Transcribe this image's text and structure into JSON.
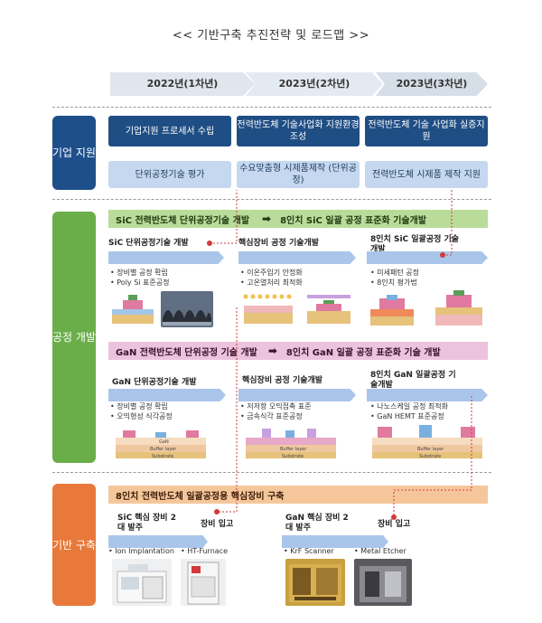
{
  "title": "<< 기반구축 추진전략 및 로드맵 >>",
  "years": [
    "2022년(1차년)",
    "2023년(2차년)",
    "2023년(3차년)"
  ],
  "sections": {
    "corporate": "기업 지원",
    "process": "공정 개발",
    "infra": "기반 구축"
  },
  "corporate": {
    "row1": [
      "기업지원 프로세서 수립",
      "전력반도체 기술사업화 지원환경 조성",
      "전력반도체 기술 사업화 실증지원"
    ],
    "row2": [
      "단위공정기술 평가",
      "수요맞춤형 시제품제작 (단위공정)",
      "전력반도체 시제품 제작 지원"
    ]
  },
  "sic": {
    "band_left": "SiC 전력반도체 단위공정기술 개발",
    "band_right": "8인치 SiC 일괄 공정 표준화 기술개발",
    "stage1_title": "SiC 단위공정기술 개발",
    "stage1_bullets": [
      "• 장비별 공정 확립",
      "• Poly Si 표준공정"
    ],
    "stage2_title": "핵심장비 공정 기술개발",
    "stage2_bullets": [
      "• 이온주입기 안정화",
      "• 고온열처리 최적화"
    ],
    "stage3_title": "8인치 SiC 일괄공정 기술개발",
    "stage3_bullets": [
      "• 미세패턴 공정",
      "• 8인치 평가법"
    ]
  },
  "gan": {
    "band_left": "GaN 전력반도체 단위공정 기술 개발",
    "band_right": "8인치 GaN 일괄 공정 표준화 기술 개발",
    "stage1_title": "GaN 단위공정기술 개발",
    "stage1_bullets": [
      "• 장비별 공정 확립",
      "• 오믹형성 식각공정"
    ],
    "stage2_title": "핵심장비 공정 기술개발",
    "stage2_bullets": [
      "• 저저항 오믹접촉 표준",
      "• 금속식각 표준공정"
    ],
    "stage3_title": "8인치 GaN 일괄공정 기술개발",
    "stage3_bullets": [
      "• 나노스케일 공정 최적화",
      "• GaN HEMT 표준공정"
    ]
  },
  "infra": {
    "band": "8인치 전력반도체 일괄공정용 핵심장비 구축",
    "sic_order": "SiC 핵심 장비 2대 발주",
    "sic_arrival": "장비 입고",
    "gan_order": "GaN 핵심 장비 2대 발주",
    "gan_arrival": "장비 입고",
    "equipment": [
      "• Ion Implantation",
      "• HT-Furnace",
      "• KrF Scanner",
      "• Metal Etcher"
    ]
  },
  "diagram_labels": {
    "buffer": "Buffer layer",
    "substrate": "Substrate",
    "gan": "GaN"
  },
  "colors": {
    "navy": "#1f4e84",
    "green": "#6aae4a",
    "orange": "#e8793a",
    "light_blue": "#c5d8ef",
    "arrow_blue": "#a9c6ea",
    "dotted_red": "#d23a3a"
  }
}
